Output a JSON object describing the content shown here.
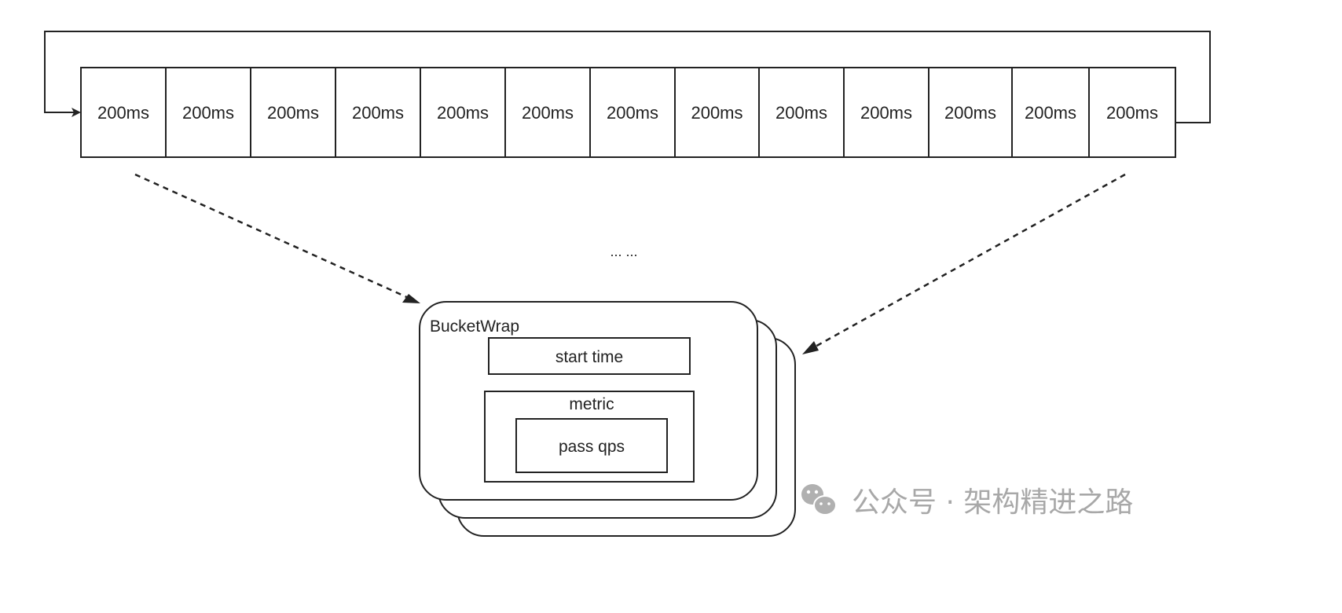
{
  "diagram": {
    "ring_buffer": {
      "cells": [
        "200ms",
        "200ms",
        "200ms",
        "200ms",
        "200ms",
        "200ms",
        "200ms",
        "200ms",
        "200ms",
        "200ms",
        "200ms",
        "200ms",
        "200ms"
      ]
    },
    "ellipsis": "... ...",
    "bucket": {
      "title": "BucketWrap",
      "start_time": "start time",
      "metric": "metric",
      "pass_qps": "pass qps"
    },
    "colors": {
      "stroke": "#222222",
      "background": "#ffffff",
      "watermark": "#a8a8a8"
    }
  },
  "watermark": {
    "icon": "wechat-icon",
    "text": "公众号 · 架构精进之路"
  }
}
